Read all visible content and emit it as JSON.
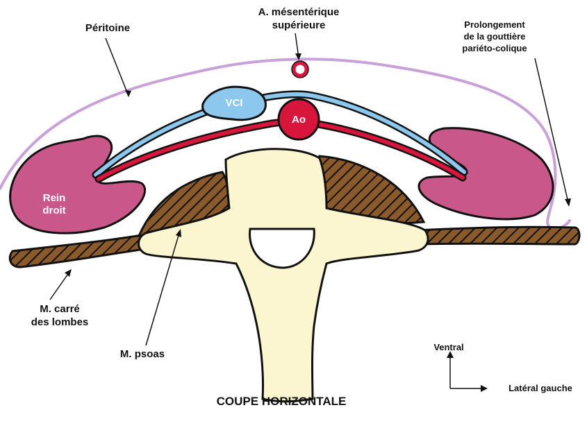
{
  "labels": {
    "peritoine": "Péritoine",
    "amsup_line1": "A. mésentérique",
    "amsup_line2": "supérieure",
    "prolong_line1": "Prolongement",
    "prolong_line2": "de la gouttière",
    "prolong_line3": "pariéto-colique",
    "vci": "VCI",
    "ao": "Ao",
    "rein_line1": "Rein",
    "rein_line2": "droit",
    "carre_line1": "M. carré",
    "carre_line2": "des lombes",
    "psoas": "M. psoas",
    "ventral": "Ventral",
    "lateral": "Latéral gauche"
  },
  "title": "COUPE HORIZONTALE",
  "colors": {
    "peritoneum": "#c9a0d8",
    "vci": "#8cc8ee",
    "aorta": "#d8163c",
    "kidney": "#c9578a",
    "muscle": "#8a5a2b",
    "vertebra": "#fbf6cf",
    "outline": "#111111"
  }
}
